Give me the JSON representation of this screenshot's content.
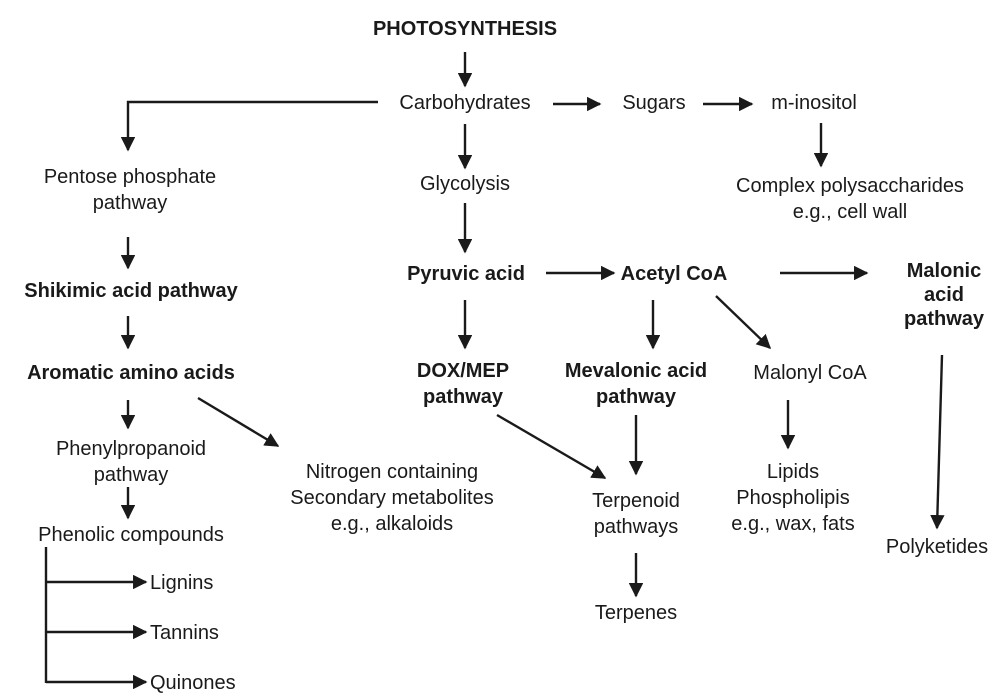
{
  "nodes": {
    "photosynthesis": "PHOTOSYNTHESIS",
    "carbohydrates": "Carbohydrates",
    "sugars": "Sugars",
    "m_inositol": "m-inositol",
    "complex_polysaccharides": [
      "Complex polysaccharides",
      "e.g., cell wall"
    ],
    "pentose_phosphate": [
      "Pentose phosphate",
      "pathway"
    ],
    "glycolysis": "Glycolysis",
    "shikimic_acid": "Shikimic acid pathway",
    "pyruvic_acid": "Pyruvic acid",
    "acetyl_coa": "Acetyl CoA",
    "malonic_acid": [
      "Malonic",
      "acid",
      "pathway"
    ],
    "aromatic_amino_acids": "Aromatic amino acids",
    "dox_mep": [
      "DOX/MEP",
      "pathway"
    ],
    "mevalonic_acid": [
      "Mevalonic acid",
      "pathway"
    ],
    "malonyl_coa": "Malonyl CoA",
    "phenylpropanoid": [
      "Phenylpropanoid",
      "pathway"
    ],
    "nitrogen_containing": [
      "Nitrogen containing",
      "Secondary metabolites",
      "e.g., alkaloids"
    ],
    "terpenoid_pathways": [
      "Terpenoid",
      "pathways"
    ],
    "lipids": [
      "Lipids",
      "Phospholipis",
      "e.g., wax, fats"
    ],
    "polyketides": "Polyketides",
    "phenolic_compounds": "Phenolic compounds",
    "terpenes": "Terpenes",
    "lignins": "Lignins",
    "tannins": "Tannins",
    "quinones": "Quinones"
  },
  "colors": {
    "ink": "#1a1a1a",
    "background": "#ffffff"
  }
}
